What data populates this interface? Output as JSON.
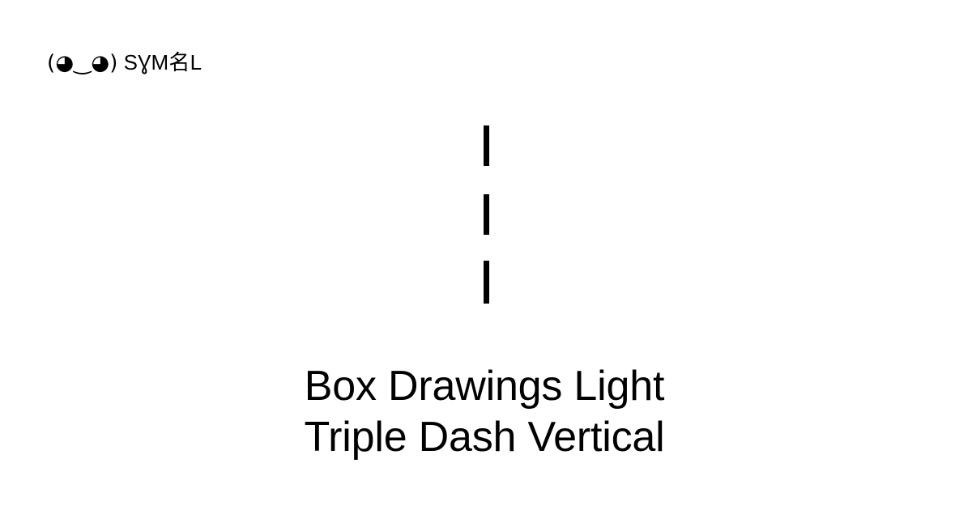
{
  "page": {
    "background_color": "#ffffff",
    "text_color": "#000000"
  },
  "logo": {
    "face": "(◕‿◕)",
    "wordmark": "SƔM名L",
    "full_text": "(◕‿◕) SƔM名L"
  },
  "glyph": {
    "character": "┆",
    "description": "box-drawings-light-triple-dash-vertical",
    "dash_count": 3,
    "color": "#000000"
  },
  "character_name": {
    "line1": "Box Drawings Light",
    "line2": "Triple Dash Vertical",
    "full": "Box Drawings Light Triple Dash Vertical"
  }
}
